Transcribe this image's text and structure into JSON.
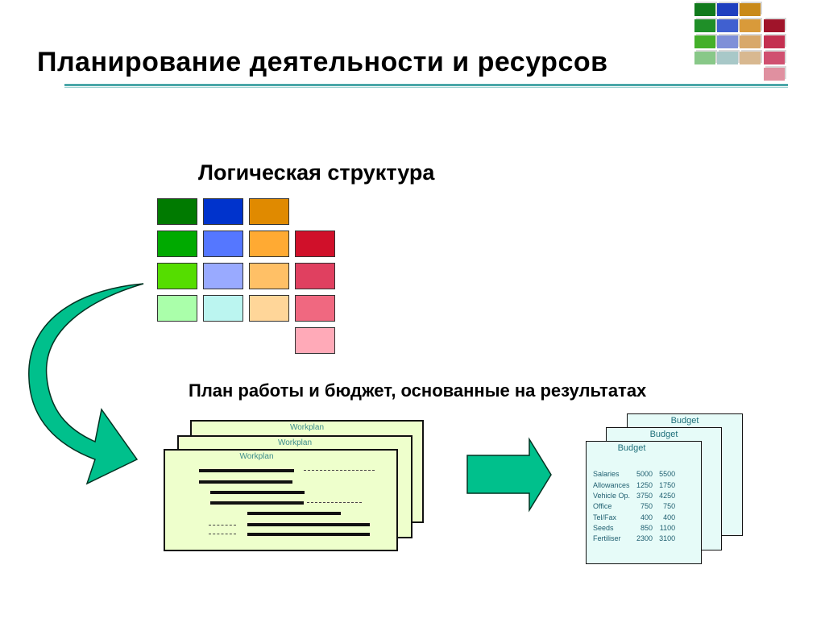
{
  "title": "Планирование деятельности и ресурсов",
  "logical_structure_label": "Логическая структура",
  "plan_label": "План работы и бюджет, основанные на результатах",
  "workplan": {
    "sheet_titles": [
      "Workplan",
      "Workplan",
      "Workplan"
    ]
  },
  "budget": {
    "sheet_titles": [
      "Budget",
      "Budget",
      "Budget"
    ],
    "rows": [
      {
        "item": "Salaries",
        "v1": "5000",
        "v2": "5500"
      },
      {
        "item": "Allowances",
        "v1": "1250",
        "v2": "1750"
      },
      {
        "item": "Vehicle Op.",
        "v1": "3750",
        "v2": "4250"
      },
      {
        "item": "Office",
        "v1": "750",
        "v2": "750"
      },
      {
        "item": "Tel/Fax",
        "v1": "400",
        "v2": "400"
      },
      {
        "item": "Seeds",
        "v1": "850",
        "v2": "1100"
      },
      {
        "item": "Fertiliser",
        "v1": "2300",
        "v2": "3100"
      }
    ]
  },
  "colors": {
    "accent": "#4aa7a8",
    "arrow": "#00c08c",
    "grid": {
      "green": [
        "#007a00",
        "#00aa00",
        "#55dd00",
        "#aaffaa"
      ],
      "blue": [
        "#0033cc",
        "#5577ff",
        "#99aaff",
        "#bbf5f0"
      ],
      "orange": [
        "#e08a00",
        "#ffaa33",
        "#ffc066",
        "#ffd699"
      ],
      "red": [
        "#d0102a",
        "#e04060",
        "#f06880",
        "#ffaab8"
      ]
    }
  }
}
